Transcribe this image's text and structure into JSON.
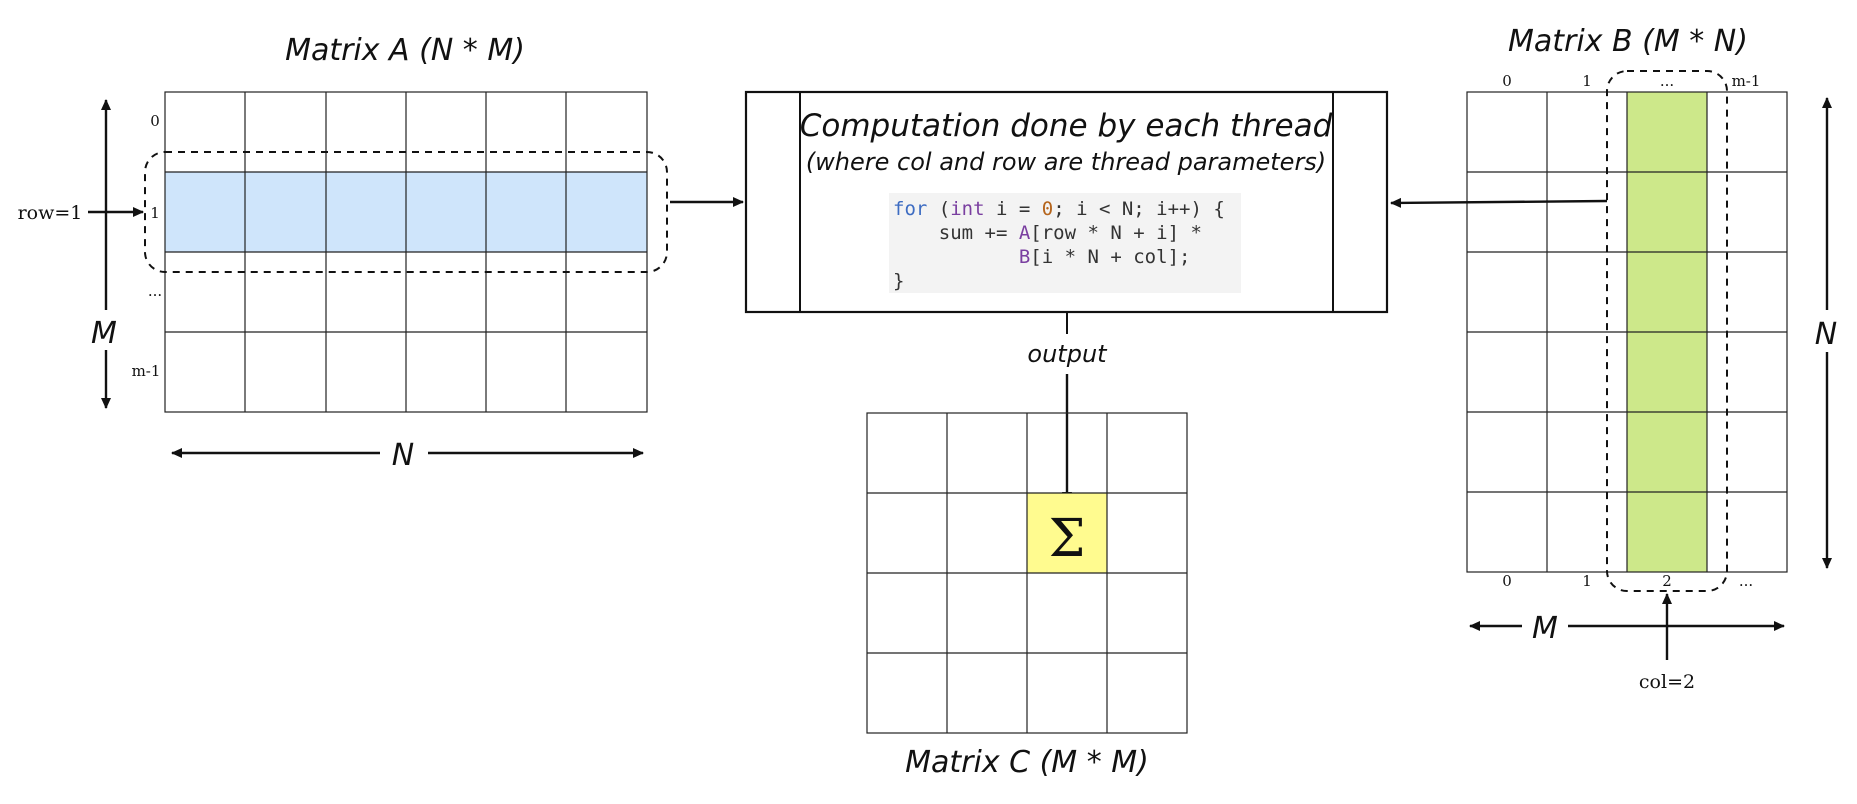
{
  "matrix_a": {
    "title": "Matrix A (N * M)",
    "row_labels": [
      "0",
      "1",
      "...",
      "m-1"
    ],
    "row_pointer": "row=1",
    "vertical_dim": "M",
    "horizontal_dim": "N"
  },
  "matrix_b": {
    "title": "Matrix B (M * N)",
    "top_col_labels": [
      "0",
      "1",
      "...",
      "m-1"
    ],
    "bottom_col_labels": [
      "0",
      "1",
      "2",
      "..."
    ],
    "col_pointer": "col=2",
    "vertical_dim": "N",
    "horizontal_dim": "M"
  },
  "matrix_c": {
    "title": "Matrix C (M * M)",
    "sum_symbol": "Σ"
  },
  "computation": {
    "title": "Computation done by each thread",
    "subtitle": "(where col and row are thread parameters)",
    "output_label": "output",
    "code_line1": "for (int i = 0; i < N; i++) {",
    "code_line2": "    sum += A[row * N + i] *",
    "code_line3": "           B[i * N + col];",
    "code_line4": "}"
  },
  "colors": {
    "row_highlight": "#cfe5fb",
    "col_highlight": "#cde88a",
    "sum_cell": "#fffb8f",
    "code_bg": "#f3f3f3",
    "keyword": "#3d6cc2",
    "type": "#7a3fa0",
    "number": "#b5651d"
  }
}
